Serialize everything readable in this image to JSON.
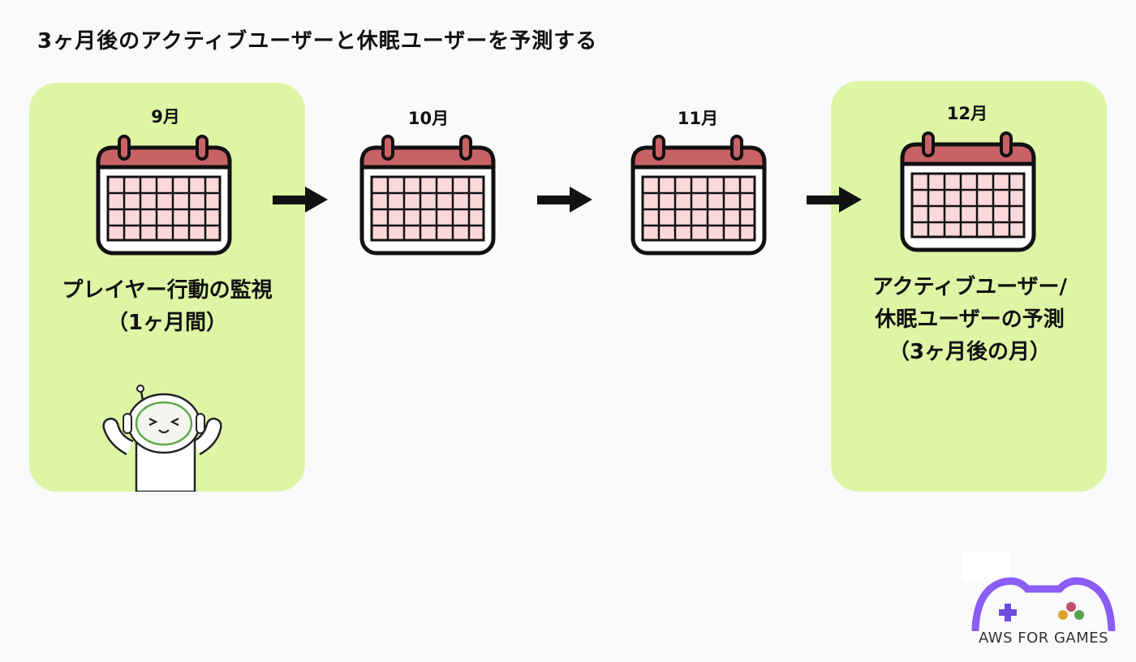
{
  "title": "3ヶ月後のアクティブユーザーと休眠ユーザーを予測する",
  "months": [
    "9月",
    "10月",
    "11月",
    "12月"
  ],
  "captions": {
    "monitor": [
      "プレイヤー行動の監視",
      "（1ヶ月間）"
    ],
    "predict": [
      "アクティブユーザー/",
      "休眠ユーザーの予測",
      "（3ヶ月後の月）"
    ]
  },
  "logo": {
    "text": "AWS FOR GAMES"
  },
  "colors": {
    "highlight": "#dff5a6",
    "calendar_header": "#c96266",
    "calendar_grid_fill": "#fbd8da",
    "logo_purple": "#8b5cf6"
  }
}
